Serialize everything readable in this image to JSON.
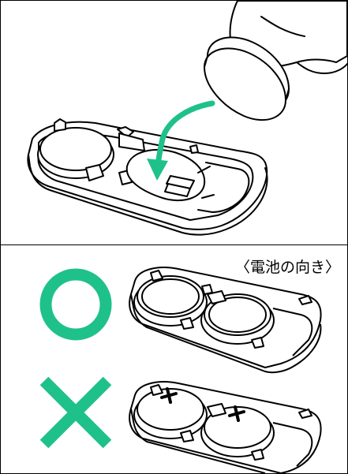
{
  "bottom_panel": {
    "caption": "〈電池の向き〉",
    "correct_mark": "green-circle",
    "incorrect_mark": "green-cross"
  },
  "colors": {
    "accent_green": "#1fc18a",
    "line": "#000000",
    "fill": "#ffffff"
  }
}
